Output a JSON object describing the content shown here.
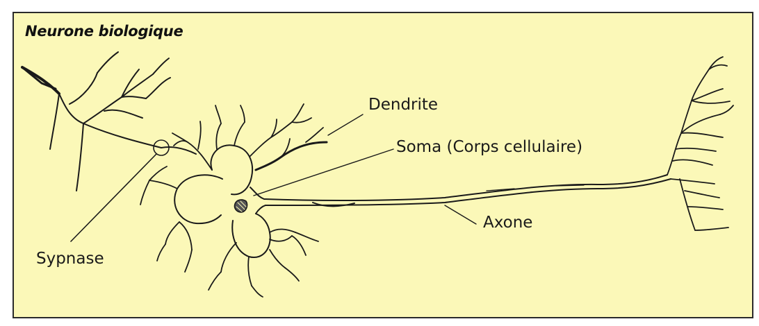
{
  "background_color": "#fbf8b8",
  "line_color": "#1a1a1a",
  "title": "Neurone biologique",
  "labels": {
    "dendrite": "Dendrite",
    "soma": "Soma (Corps cellulaire)",
    "axone": "Axone",
    "synapse": "Sypnase"
  }
}
